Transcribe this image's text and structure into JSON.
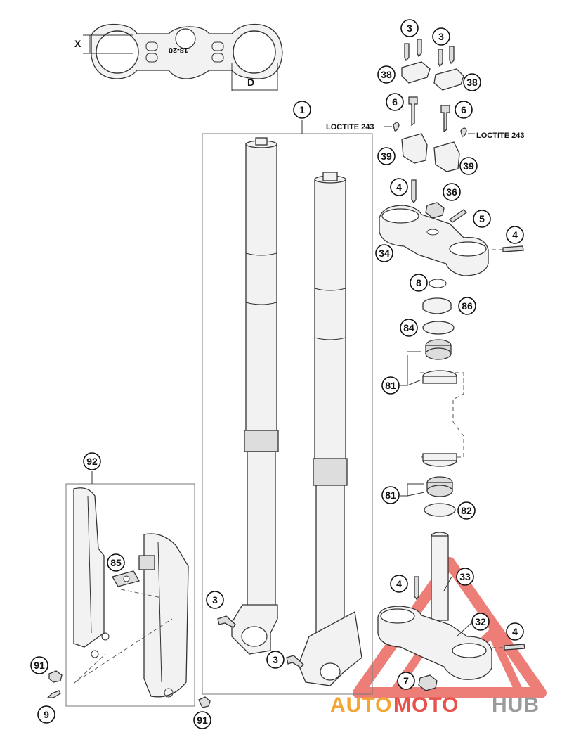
{
  "dimensions": {
    "x_label": "X",
    "d_label": "D"
  },
  "triple_clamp_marking": "18-20",
  "loctite": {
    "left": "LOCTITE 243",
    "right": "LOCTITE 243"
  },
  "callouts": {
    "c1": "1",
    "c3a": "3",
    "c3b": "3",
    "c3c": "3",
    "c3d": "3",
    "c38a": "38",
    "c38b": "38",
    "c6a": "6",
    "c6b": "6",
    "c39a": "39",
    "c39b": "39",
    "c4a": "4",
    "c36": "36",
    "c5": "5",
    "c4b": "4",
    "c34": "34",
    "c8": "8",
    "c86": "86",
    "c84": "84",
    "c81a": "81",
    "c81b": "81",
    "c82": "82",
    "c92": "92",
    "c85": "85",
    "c4c": "4",
    "c33": "33",
    "c32": "32",
    "c4d": "4",
    "c7": "7",
    "c91a": "91",
    "c9": "9",
    "c91b": "91"
  },
  "watermark": {
    "part1": "AUTO",
    "part2": "MOTO",
    "part3": "HUB"
  },
  "colors": {
    "watermark_orange": "#f4a532",
    "watermark_red": "#e8524a",
    "watermark_gray": "#9a9a9a"
  }
}
